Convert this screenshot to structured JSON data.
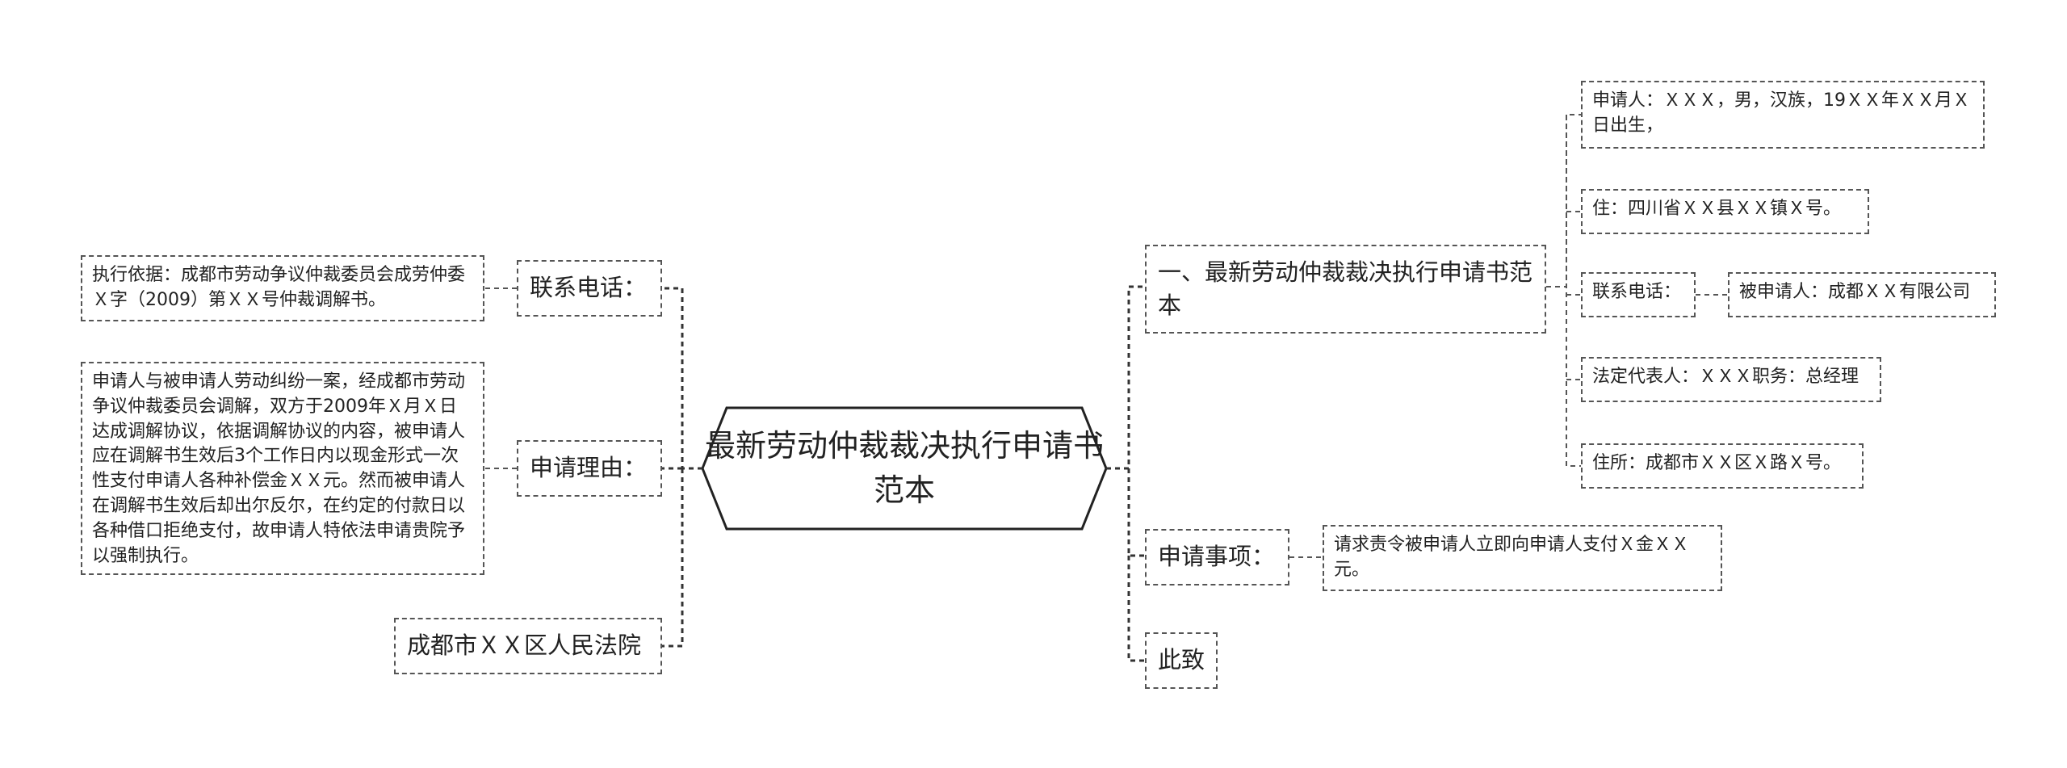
{
  "center": {
    "title": "最新劳动仲裁裁决执行申请书范本"
  },
  "left": [
    {
      "label": "联系电话：",
      "child": "执行依据：成都市劳动争议仲裁委员会成劳仲委Ｘ字（2009）第ＸＸ号仲裁调解书。"
    },
    {
      "label": "申请理由：",
      "child": "申请人与被申请人劳动纠纷一案，经成都市劳动争议仲裁委员会调解，双方于2009年Ｘ月Ｘ日达成调解协议，依据调解协议的内容，被申请人应在调解书生效后3个工作日内以现金形式一次性支付申请人各种补偿金ＸＸ元。然而被申请人在调解书生效后却出尔反尔，在约定的付款日以各种借口拒绝支付，故申请人特依法申请贵院予以强制执行。"
    },
    {
      "label": "成都市ＸＸ区人民法院"
    }
  ],
  "right": [
    {
      "label": "一、最新劳动仲裁裁决执行申请书范本",
      "children": [
        {
          "label": "申请人：ＸＸＸ，男，汉族，19ＸＸ年ＸＸ月Ｘ日出生，"
        },
        {
          "label": "住：四川省ＸＸ县ＸＸ镇Ｘ号。"
        },
        {
          "label": "联系电话：",
          "child": "被申请人：成都ＸＸ有限公司"
        },
        {
          "label": "法定代表人：ＸＸＸ职务：总经理"
        },
        {
          "label": "住所：成都市ＸＸ区Ｘ路Ｘ号。"
        }
      ]
    },
    {
      "label": "申请事项：",
      "child": "请求责令被申请人立即向申请人支付Ｘ金ＸＸ元。"
    },
    {
      "label": "此致"
    }
  ]
}
